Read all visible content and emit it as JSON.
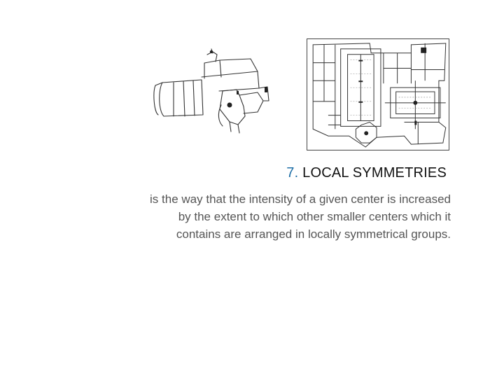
{
  "slide": {
    "title_number": "7.",
    "title_text": "LOCAL SYMMETRIES",
    "body_lines": [
      "is the way that the intensity of a given center is increased",
      "by the extent to which other smaller centers which it",
      "contains are arranged in locally symmetrical groups."
    ],
    "colors": {
      "accent": "#1f6fa7",
      "text": "#555555",
      "title": "#111111"
    }
  }
}
